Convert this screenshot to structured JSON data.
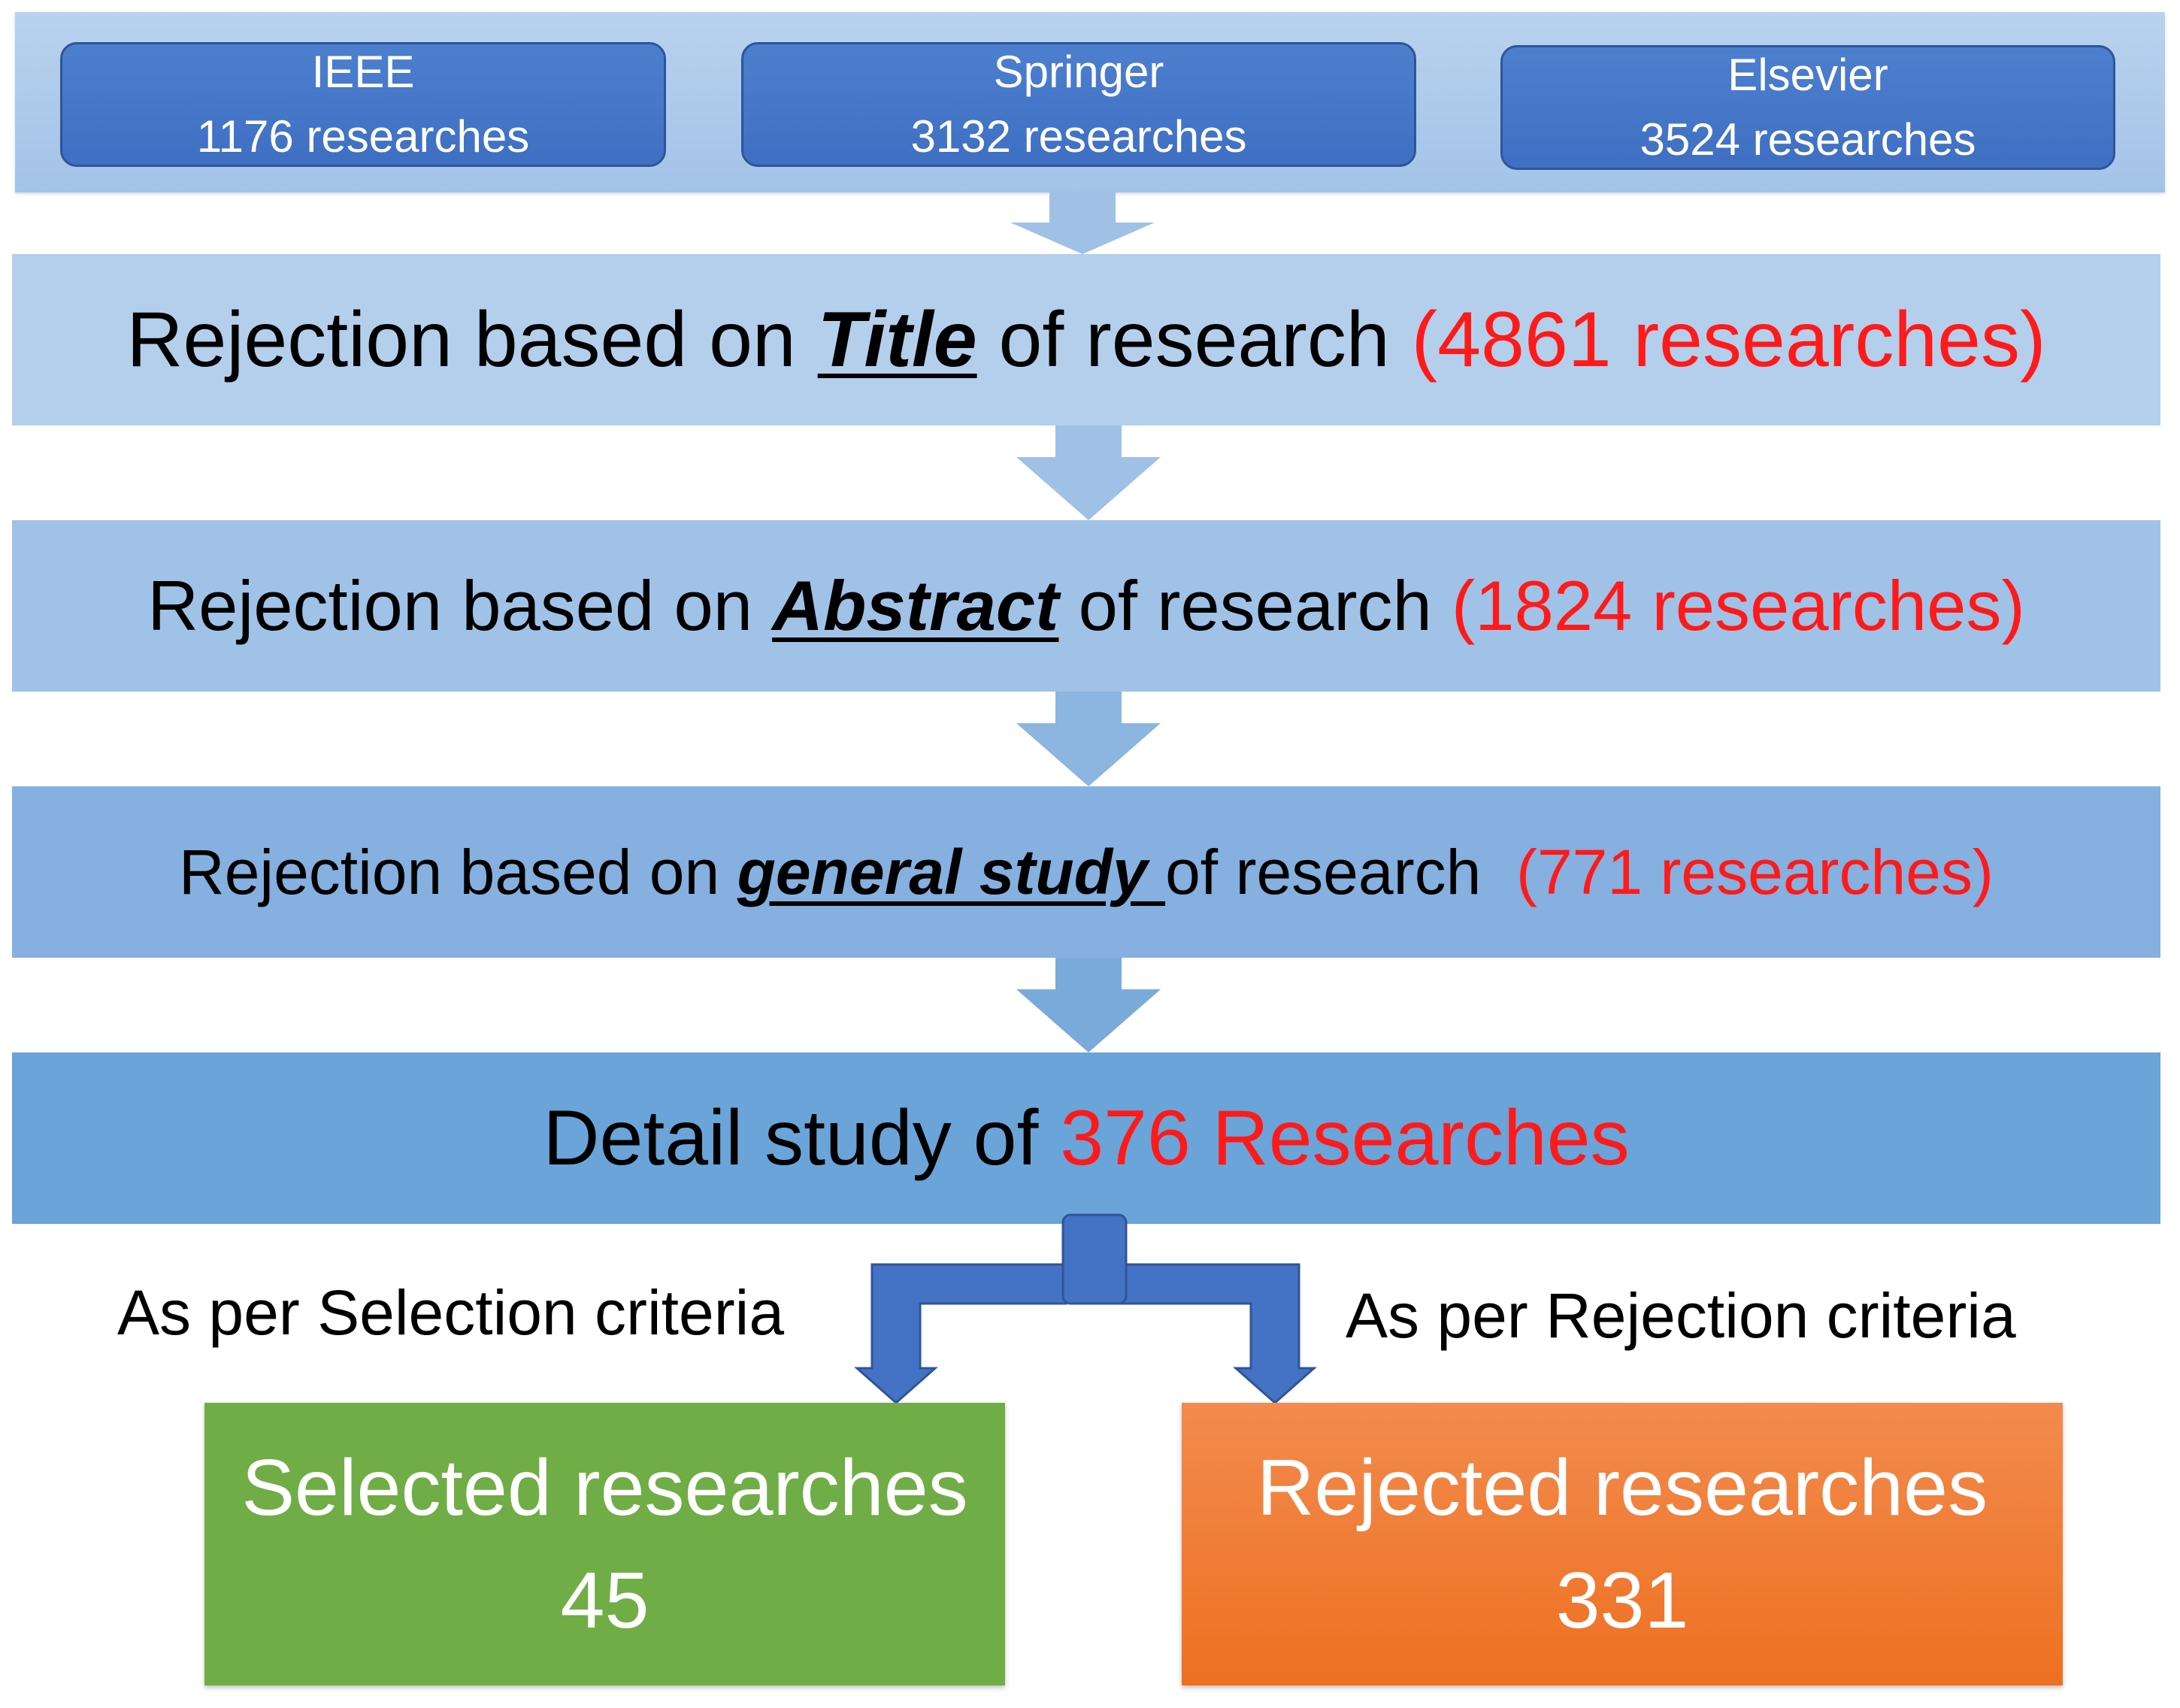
{
  "sources": [
    {
      "name": "IEEE",
      "count": "1176 researches"
    },
    {
      "name": "Springer",
      "count": "3132 researches"
    },
    {
      "name": "Elsevier",
      "count": "3524 researches"
    }
  ],
  "stage_title": {
    "prefix": "Rejection based on ",
    "keyword": "Title",
    "suffix": " of research ",
    "count": "(4861 researches)"
  },
  "stage_abstract": {
    "prefix": "Rejection based on ",
    "keyword": "Abstract",
    "suffix": " of research ",
    "count": "(1824 researches)"
  },
  "stage_general": {
    "prefix": "Rejection based on ",
    "keyword": "general study ",
    "suffix": "of research  ",
    "count": "(771 researches)"
  },
  "stage_detail": {
    "prefix": "Detail study of ",
    "count": "376 Researches"
  },
  "criteria": {
    "selection": "As per Selection criteria",
    "rejection": "As per Rejection criteria"
  },
  "outcomes": {
    "selected_label": "Selected researches",
    "selected_count": "45",
    "rejected_label": "Rejected researches",
    "rejected_count": "331"
  },
  "colors": {
    "highlight": "#ff1a1a",
    "source_box": "#4472c4",
    "selected": "#70ad47",
    "rejected": "#ed7d31"
  }
}
